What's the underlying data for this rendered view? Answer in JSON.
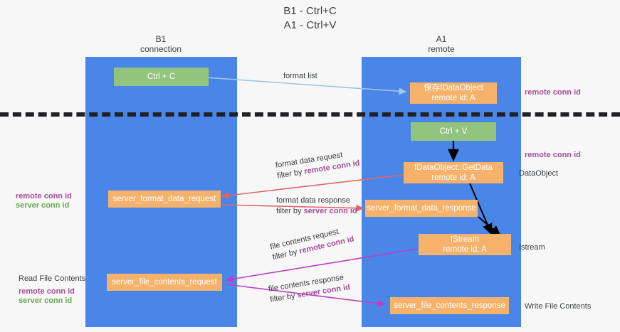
{
  "title": {
    "line1": "B1 - Ctrl+C",
    "line2": "A1 - Ctrl+V"
  },
  "columns": [
    {
      "name": "B1",
      "sub": "connection",
      "color": "#4a86e8"
    },
    {
      "name": "A1",
      "sub": "remote",
      "color": "#4a86e8"
    }
  ],
  "boxes": {
    "ctrl_c": {
      "line1": "Ctrl + C",
      "color": "#93c47d"
    },
    "ctrl_v": {
      "line1": "Ctrl + V",
      "color": "#93c47d"
    },
    "idataobject": {
      "line1": "保存IDataObject",
      "line2": "remote id: A",
      "color": "#f6b26b"
    },
    "getdata": {
      "line1": "IDataObject::GetData",
      "line2": "remote id: A",
      "color": "#f6b26b"
    },
    "istream": {
      "line1": "IStream",
      "line2": "remote id: A",
      "color": "#f6b26b"
    },
    "server_format_data_request": {
      "line1": "server_format_data_request",
      "color": "#f6b26b"
    },
    "server_format_data_response": {
      "line1": "server_format_data_response",
      "color": "#f6b26b"
    },
    "server_file_contents_request": {
      "line1": "server_file_contents_request",
      "color": "#f6b26b"
    },
    "server_file_contents_response": {
      "line1": "server_file_contents_response",
      "color": "#f6b26b"
    }
  },
  "edge_labels": {
    "format_list": "format list",
    "format_data_request": "format data request",
    "format_data_request_filter_prefix": "filter by ",
    "format_data_request_filter_key": "remote conn id",
    "format_data_response": "format data response",
    "format_data_response_filter_prefix": "filter by ",
    "format_data_response_filter_key": "server conn id",
    "file_contents_request": "file contents request",
    "file_contents_request_filter_prefix": "filter by ",
    "file_contents_request_filter_key": "remote conn id",
    "file_contents_response": "file contents response",
    "file_contents_response_filter_prefix": "filter by ",
    "file_contents_response_filter_key": "server conn id"
  },
  "right_labels": {
    "remote_conn_id_top": "remote conn id",
    "remote_conn_id_mid": "remote conn id",
    "dataobject": "DataObject",
    "istream": "Istream",
    "write_file_contents": "Write File Contents"
  },
  "left_labels": {
    "remote_conn_id_mid": "remote conn id",
    "server_conn_id_mid": "server conn id",
    "read_file_contents": "Read File Contents",
    "remote_conn_id_bottom": "remote conn id",
    "server_conn_id_bottom": "server conn id"
  },
  "colors": {
    "lane": "#4a86e8",
    "green_box": "#93c47d",
    "orange_box": "#f6b26b",
    "purple_text": "#a64d9a",
    "green_text": "#6aa84f",
    "red_arrow": "#e06666",
    "magenta_arrow": "#bb40c4",
    "blue_arrow": "#9fc5e8",
    "black_arrow": "#000000",
    "divider": "#202124",
    "background": "#f7f7f7"
  }
}
